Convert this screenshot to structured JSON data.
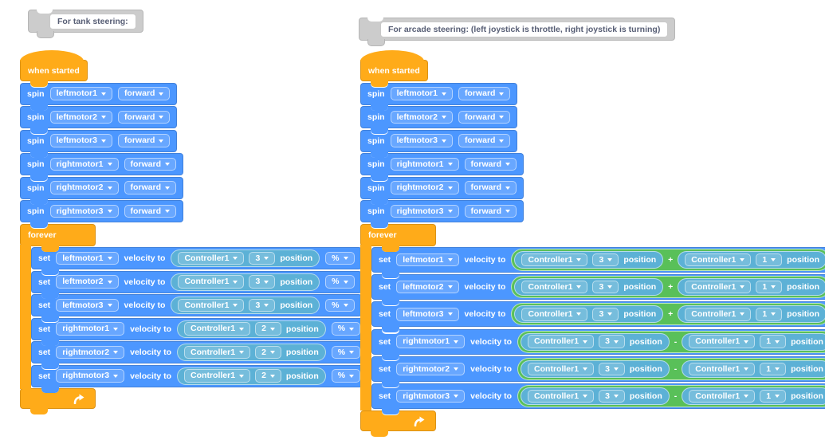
{
  "comments": {
    "tank": "For tank steering:",
    "arcade": "For arcade steering: (left joystick is throttle, right joystick is turning)"
  },
  "labels": {
    "when_started": "when started",
    "forever": "forever",
    "spin": "spin",
    "set": "set",
    "velocity_to": "velocity to"
  },
  "colors": {
    "block_blue": "#4C97FF",
    "reporter_teal": "#5CB1D6",
    "operator_green": "#59C059",
    "control_orange": "#FFAB19",
    "comment_gray": "#CCCCCC",
    "comment_text": "#575E75"
  },
  "tank": {
    "spins": [
      {
        "motor": "leftmotor1",
        "direction": "forward"
      },
      {
        "motor": "leftmotor2",
        "direction": "forward"
      },
      {
        "motor": "leftmotor3",
        "direction": "forward"
      },
      {
        "motor": "rightmotor1",
        "direction": "forward"
      },
      {
        "motor": "rightmotor2",
        "direction": "forward"
      },
      {
        "motor": "rightmotor3",
        "direction": "forward"
      }
    ],
    "sets": [
      {
        "motor": "leftmotor1",
        "device": "Controller1",
        "axis": "3",
        "field": "position",
        "unit": "%"
      },
      {
        "motor": "leftmotor2",
        "device": "Controller1",
        "axis": "3",
        "field": "position",
        "unit": "%"
      },
      {
        "motor": "leftmotor3",
        "device": "Controller1",
        "axis": "3",
        "field": "position",
        "unit": "%"
      },
      {
        "motor": "rightmotor1",
        "device": "Controller1",
        "axis": "2",
        "field": "position",
        "unit": "%"
      },
      {
        "motor": "rightmotor2",
        "device": "Controller1",
        "axis": "2",
        "field": "position",
        "unit": "%"
      },
      {
        "motor": "rightmotor3",
        "device": "Controller1",
        "axis": "2",
        "field": "position",
        "unit": "%"
      }
    ]
  },
  "arcade": {
    "spins": [
      {
        "motor": "leftmotor1",
        "direction": "forward"
      },
      {
        "motor": "leftmotor2",
        "direction": "forward"
      },
      {
        "motor": "leftmotor3",
        "direction": "forward"
      },
      {
        "motor": "rightmotor1",
        "direction": "forward"
      },
      {
        "motor": "rightmotor2",
        "direction": "forward"
      },
      {
        "motor": "rightmotor3",
        "direction": "forward"
      }
    ],
    "sets": [
      {
        "motor": "leftmotor1",
        "left": {
          "device": "Controller1",
          "axis": "3",
          "field": "position"
        },
        "op": "+",
        "right": {
          "device": "Controller1",
          "axis": "1",
          "field": "position"
        },
        "unit": "%"
      },
      {
        "motor": "leftmotor2",
        "left": {
          "device": "Controller1",
          "axis": "3",
          "field": "position"
        },
        "op": "+",
        "right": {
          "device": "Controller1",
          "axis": "1",
          "field": "position"
        },
        "unit": "%"
      },
      {
        "motor": "leftmotor3",
        "left": {
          "device": "Controller1",
          "axis": "3",
          "field": "position"
        },
        "op": "+",
        "right": {
          "device": "Controller1",
          "axis": "1",
          "field": "position"
        },
        "unit": "%"
      },
      {
        "motor": "rightmotor1",
        "left": {
          "device": "Controller1",
          "axis": "3",
          "field": "position"
        },
        "op": "-",
        "right": {
          "device": "Controller1",
          "axis": "1",
          "field": "position"
        },
        "unit": "%"
      },
      {
        "motor": "rightmotor2",
        "left": {
          "device": "Controller1",
          "axis": "3",
          "field": "position"
        },
        "op": "-",
        "right": {
          "device": "Controller1",
          "axis": "1",
          "field": "position"
        },
        "unit": "%"
      },
      {
        "motor": "rightmotor3",
        "left": {
          "device": "Controller1",
          "axis": "3",
          "field": "position"
        },
        "op": "-",
        "right": {
          "device": "Controller1",
          "axis": "1",
          "field": "position"
        },
        "unit": "%"
      }
    ]
  }
}
